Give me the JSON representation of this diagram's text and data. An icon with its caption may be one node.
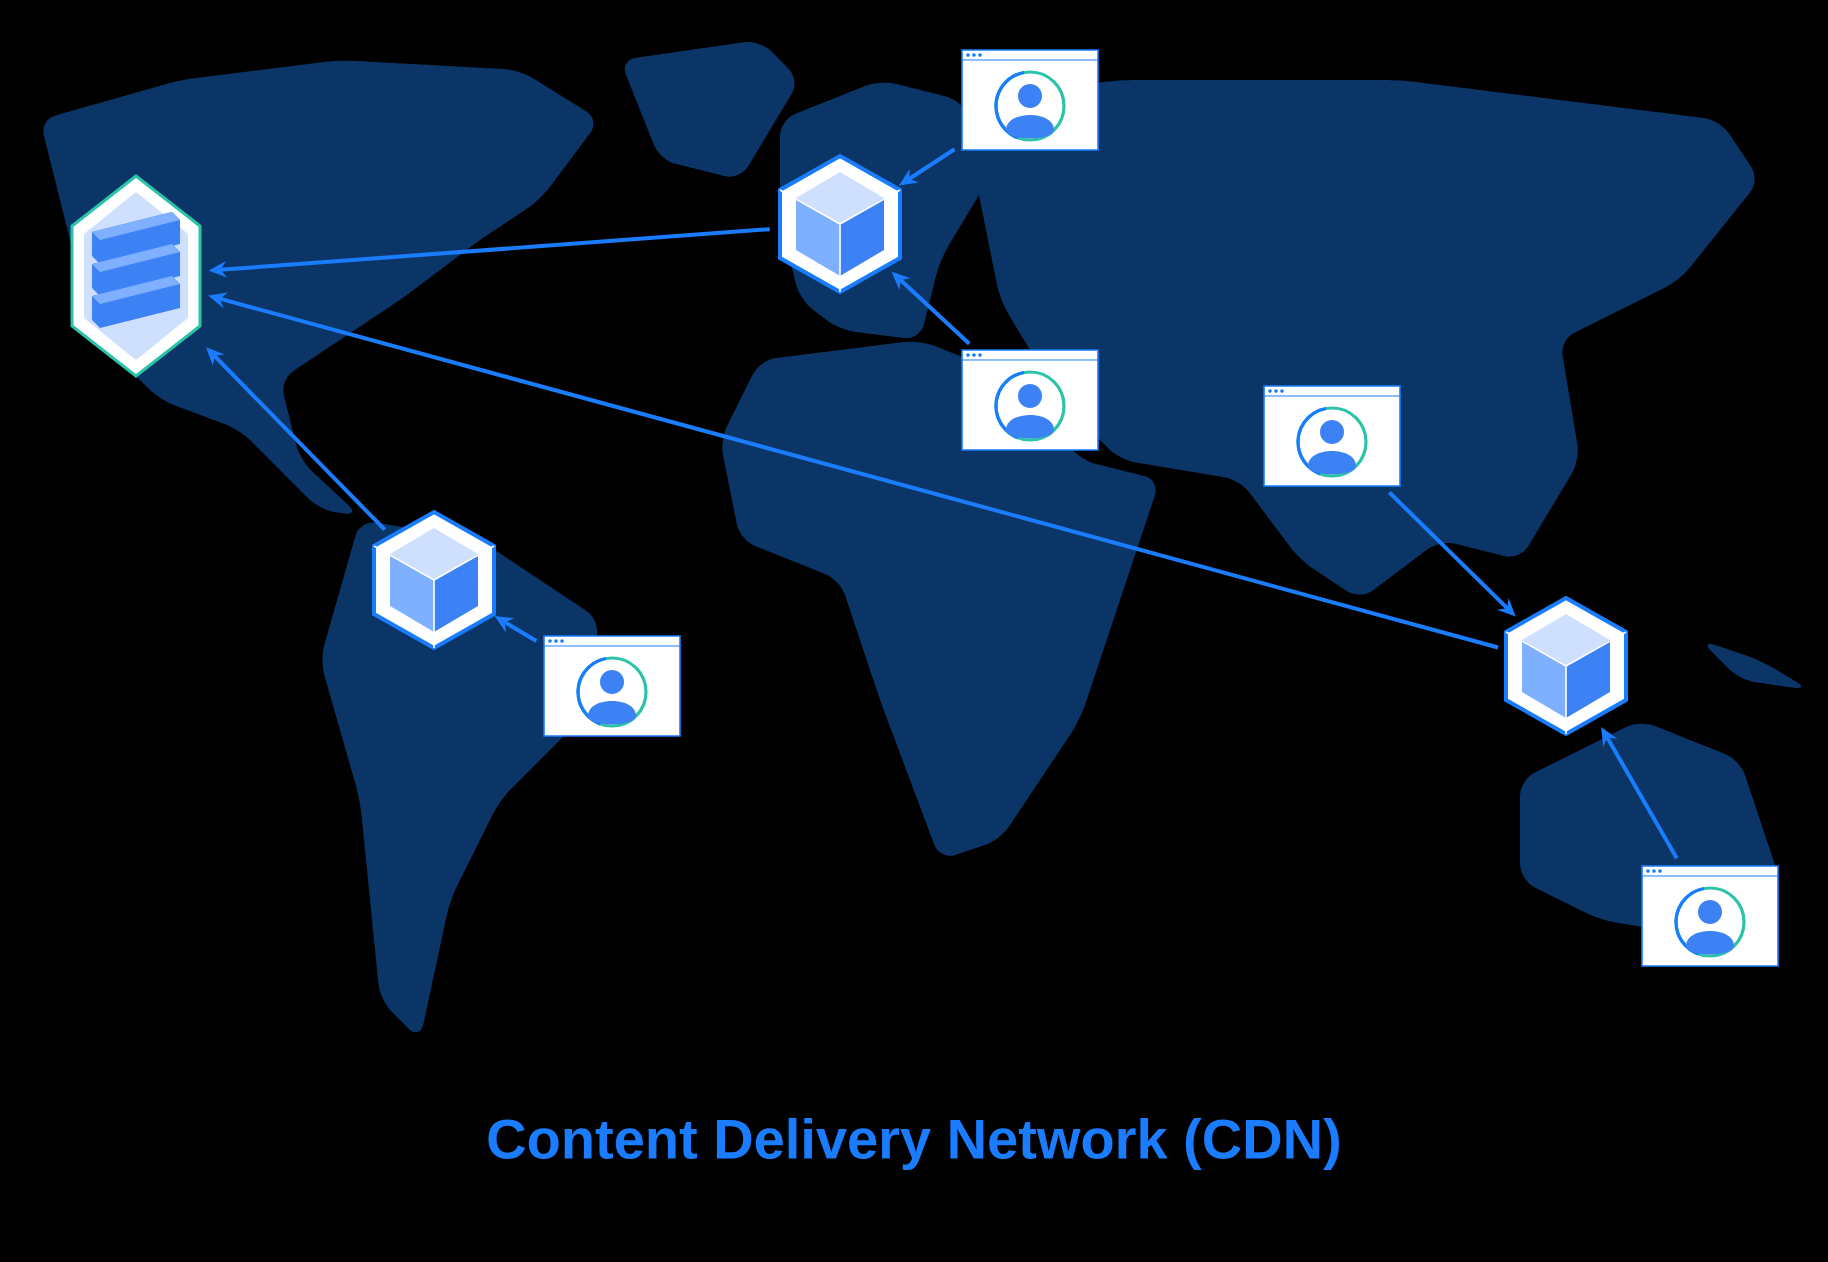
{
  "diagram": {
    "title": "Content Delivery Network (CDN)",
    "nodes": [
      {
        "text": [],
        "shape": "server"
      },
      {
        "text": [],
        "shape": "window"
      },
      {
        "text": [],
        "shape": "cube"
      },
      {
        "text": [],
        "shape": "window"
      },
      {
        "text": [],
        "shape": "window"
      },
      {
        "text": [],
        "shape": "cube"
      },
      {
        "text": [],
        "shape": "cube"
      },
      {
        "text": [],
        "shape": "window"
      },
      {
        "text": [],
        "shape": "window"
      }
    ],
    "edges": [
      {
        "from": 2,
        "to": 0,
        "arrow": "to"
      },
      {
        "from": 5,
        "to": 0,
        "arrow": "to"
      },
      {
        "from": 6,
        "to": 0,
        "arrow": "to"
      },
      {
        "from": 1,
        "to": 2,
        "arrow": "to"
      },
      {
        "from": 3,
        "to": 2,
        "arrow": "to"
      },
      {
        "from": 4,
        "to": 6,
        "arrow": "to"
      },
      {
        "from": 7,
        "to": 5,
        "arrow": "to"
      },
      {
        "from": 8,
        "to": 6,
        "arrow": "to"
      }
    ]
  }
}
